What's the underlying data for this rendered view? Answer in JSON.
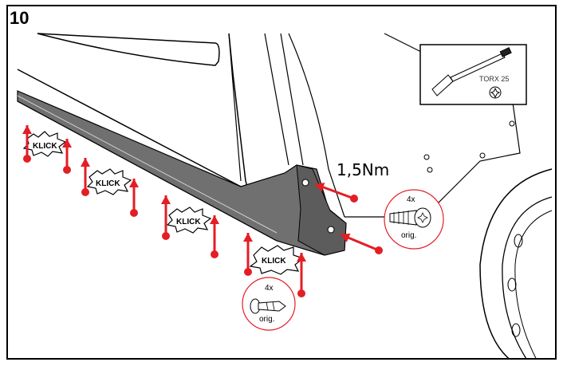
{
  "step_number": "10",
  "torque_label": "1,5Nm",
  "tool_inset": {
    "label": "TORX 25"
  },
  "klick_labels": [
    "KLICK",
    "KLICK",
    "KLICK",
    "KLICK"
  ],
  "parts": [
    {
      "quantity": "4x",
      "note": "orig.",
      "type": "screw"
    },
    {
      "quantity": "4x",
      "note": "orig.",
      "type": "clip"
    }
  ],
  "colors": {
    "arrow": "#e31e24",
    "sill": "#6e6e6e",
    "line": "#000000"
  }
}
